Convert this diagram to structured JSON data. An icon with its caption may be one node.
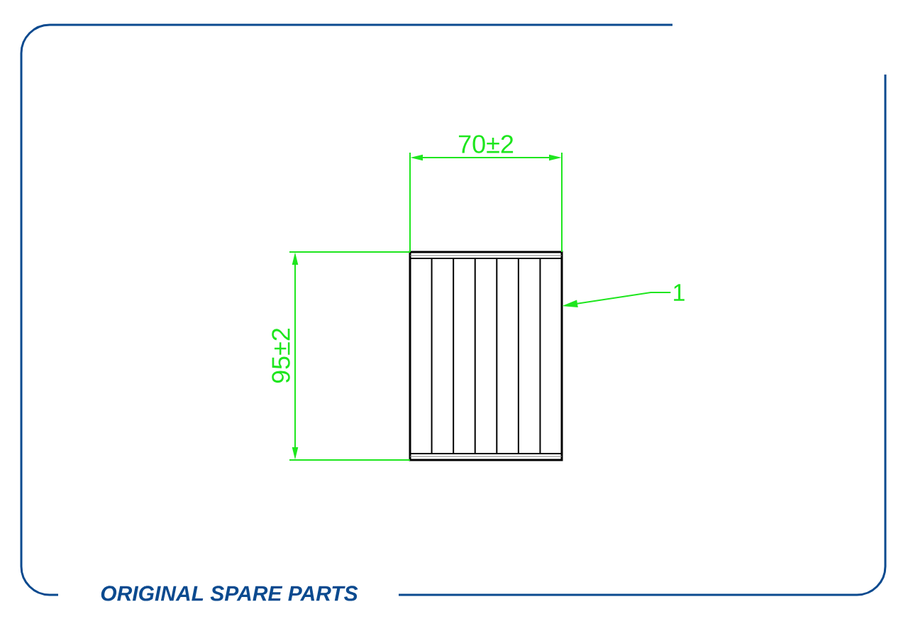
{
  "diagram": {
    "nodes": [
      {
        "text": [
          "1"
        ]
      },
      {
        "text": [],
        "shape": "picture"
      }
    ],
    "edges": [
      {
        "from": 0,
        "to": 1,
        "arrow": "to"
      }
    ],
    "labels": [
      "70±2",
      "95±2",
      "ORIGINAL SPARE PARTS"
    ]
  }
}
